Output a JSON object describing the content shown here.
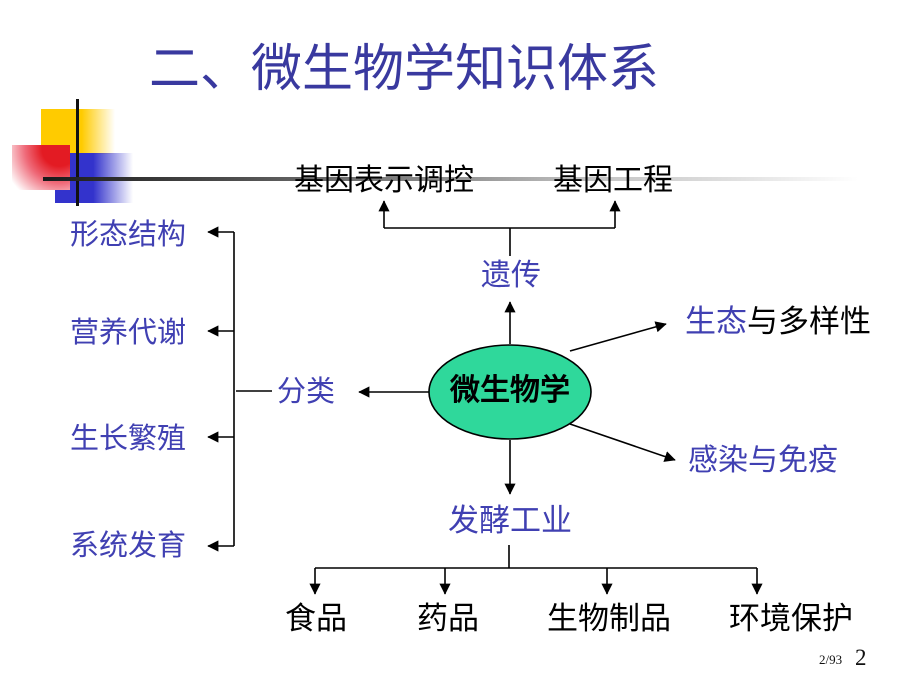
{
  "slide": {
    "title": "二、微生物学知识体系",
    "page_label": "2/93",
    "page_number": "2"
  },
  "diagram": {
    "center_label": "微生物学",
    "top": {
      "gene_regulation": "基因表示调控",
      "gene_engineering": "基因工程",
      "genetics": "遗传"
    },
    "left": {
      "classification": "分类",
      "branches": [
        "形态结构",
        "营养代谢",
        "生长繁殖",
        "系统发育"
      ]
    },
    "right": {
      "ecology_blue": "生态",
      "ecology_rest": "与多样性",
      "infection": "感染与免疫"
    },
    "bottom": {
      "fermentation": "发酵工业",
      "industries": [
        "食品",
        "药品",
        "生物制品",
        "环境保护"
      ]
    }
  },
  "colors": {
    "title_blue": "#39399f",
    "label_blue": "#4040b2",
    "ellipse_green": "#2fd89b",
    "decor_yellow": "#ffcb00",
    "decor_red": "#e31b23",
    "decor_blue": "#3333cc"
  }
}
